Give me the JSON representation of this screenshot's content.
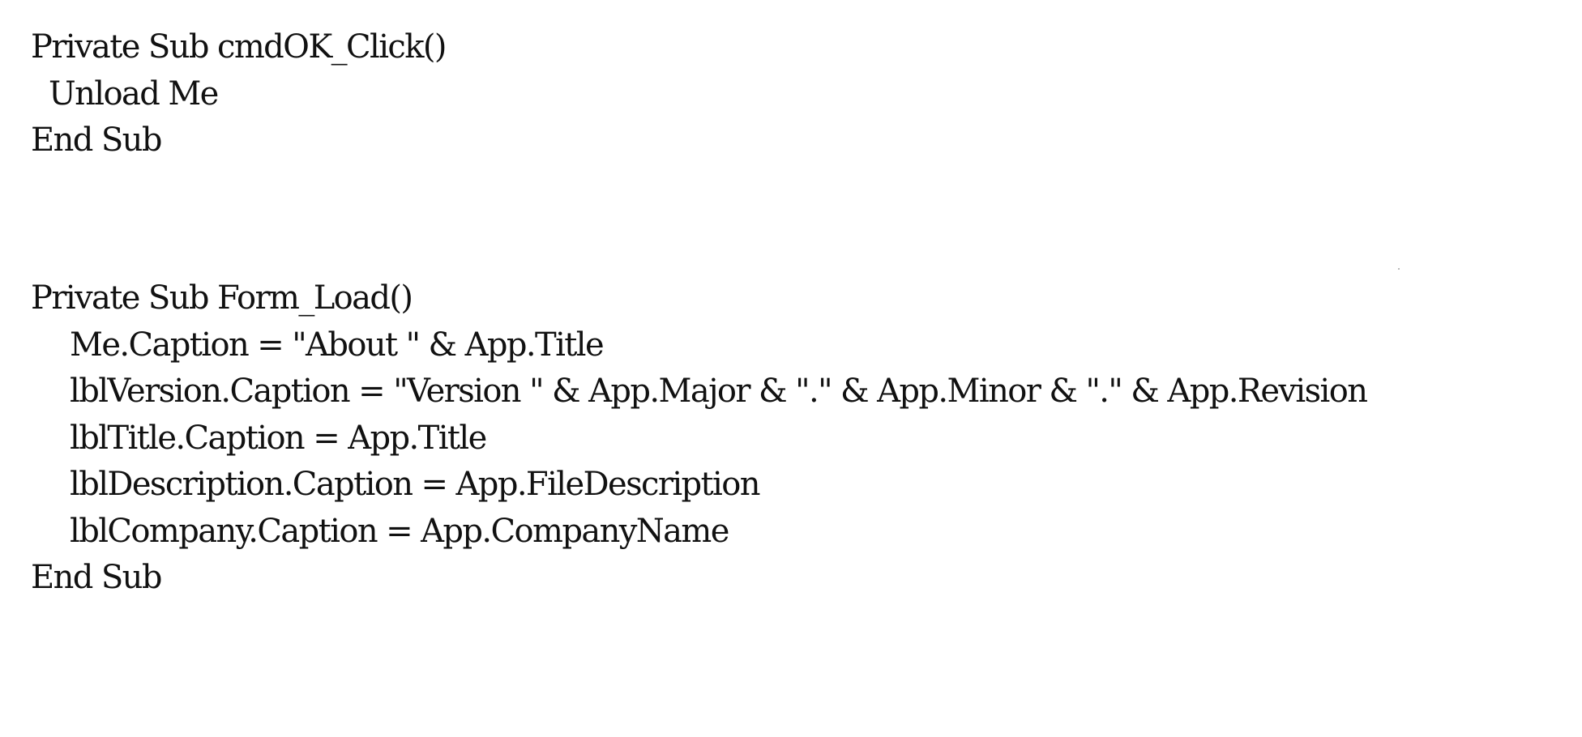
{
  "blocks": [
    {
      "lines": [
        "Private Sub cmdOK_Click()",
        "Unload Me",
        "End Sub"
      ]
    },
    {
      "lines": [
        "Private Sub Form_Load()",
        "Me.Caption = \"About \" & App.Title",
        "lblVersion.Caption = \"Version \" & App.Major & \".\" & App.Minor & \".\" & App.Revision",
        "lblTitle.Caption = App.Title",
        "lblDescription.Caption = App.FileDescription",
        "lblCompany.Caption = App.CompanyName",
        "End Sub"
      ]
    }
  ]
}
